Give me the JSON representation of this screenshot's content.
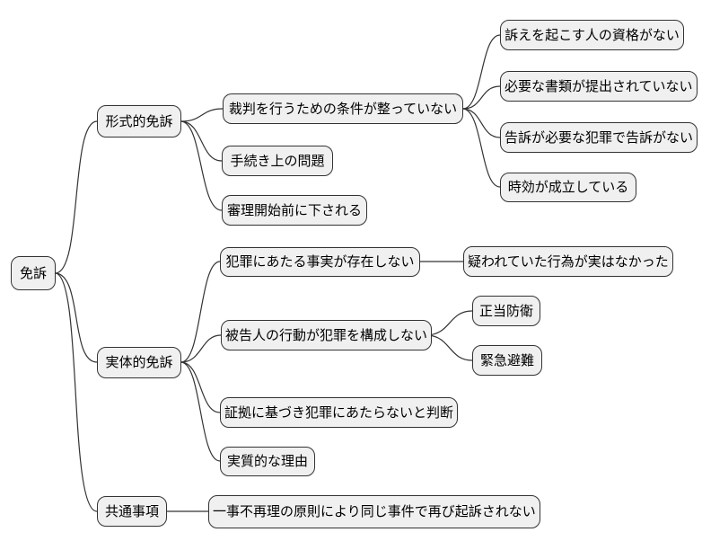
{
  "colors": {
    "background": "#ffffff",
    "node_fill": "#f0f0f0",
    "node_border": "#333333",
    "edge": "#333333",
    "text": "#000000"
  },
  "mindmap": {
    "root": {
      "label": "免訴"
    },
    "branches": [
      {
        "label": "形式的免訴",
        "children": [
          {
            "label": "裁判を行うための条件が整っていない",
            "children": [
              {
                "label": "訴えを起こす人の資格がない"
              },
              {
                "label": "必要な書類が提出されていない"
              },
              {
                "label": "告訴が必要な犯罪で告訴がない"
              },
              {
                "label": "時効が成立している"
              }
            ]
          },
          {
            "label": "手続き上の問題"
          },
          {
            "label": "審理開始前に下される"
          }
        ]
      },
      {
        "label": "実体的免訴",
        "children": [
          {
            "label": "犯罪にあたる事実が存在しない",
            "children": [
              {
                "label": "疑われていた行為が実はなかった"
              }
            ]
          },
          {
            "label": "被告人の行動が犯罪を構成しない",
            "children": [
              {
                "label": "正当防衛"
              },
              {
                "label": "緊急避難"
              }
            ]
          },
          {
            "label": "証拠に基づき犯罪にあたらないと判断"
          },
          {
            "label": "実質的な理由"
          }
        ]
      },
      {
        "label": "共通事項",
        "children": [
          {
            "label": "一事不再理の原則により同じ事件で再び起訴されない"
          }
        ]
      }
    ]
  }
}
